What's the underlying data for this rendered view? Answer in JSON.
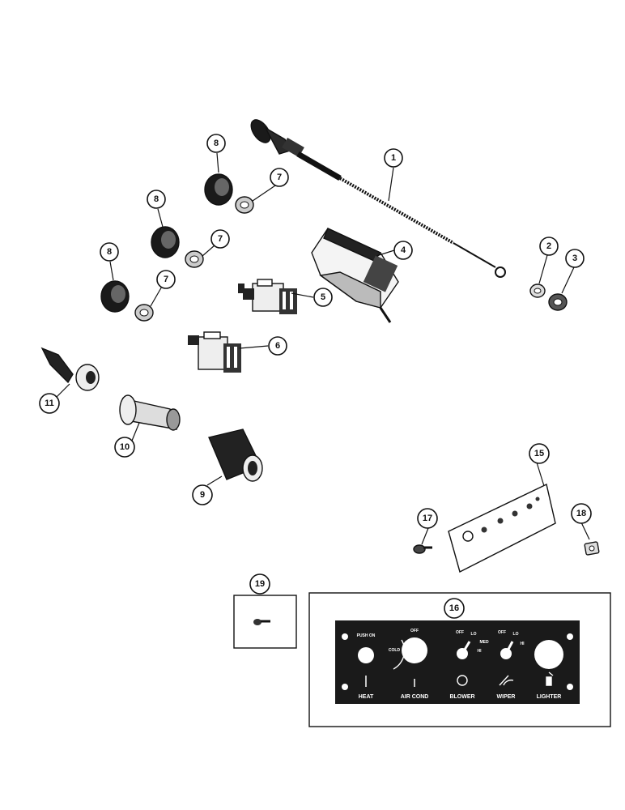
{
  "callouts": [
    {
      "id": "1",
      "label": "1"
    },
    {
      "id": "2",
      "label": "2"
    },
    {
      "id": "3",
      "label": "3"
    },
    {
      "id": "4",
      "label": "4"
    },
    {
      "id": "5",
      "label": "5"
    },
    {
      "id": "6",
      "label": "6"
    },
    {
      "id": "7a",
      "label": "7"
    },
    {
      "id": "7b",
      "label": "7"
    },
    {
      "id": "7c",
      "label": "7"
    },
    {
      "id": "8a",
      "label": "8"
    },
    {
      "id": "8b",
      "label": "8"
    },
    {
      "id": "8c",
      "label": "8"
    },
    {
      "id": "9",
      "label": "9"
    },
    {
      "id": "10",
      "label": "10"
    },
    {
      "id": "11",
      "label": "11"
    },
    {
      "id": "15",
      "label": "15"
    },
    {
      "id": "16",
      "label": "16"
    },
    {
      "id": "17",
      "label": "17"
    },
    {
      "id": "18",
      "label": "18"
    },
    {
      "id": "19",
      "label": "19"
    }
  ],
  "panel": {
    "push_on": "PUSH ON",
    "cold": "COLD",
    "off_air": "OFF",
    "blower_off": "OFF",
    "blower_lo": "LO",
    "blower_med": "MED",
    "blower_hi": "HI",
    "wiper_off": "OFF",
    "wiper_lo": "LO",
    "wiper_hi": "HI",
    "heat": "HEAT",
    "air_cond": "AIR COND",
    "blower": "BLOWER",
    "wiper": "WIPER",
    "lighter": "LIGHTER"
  }
}
